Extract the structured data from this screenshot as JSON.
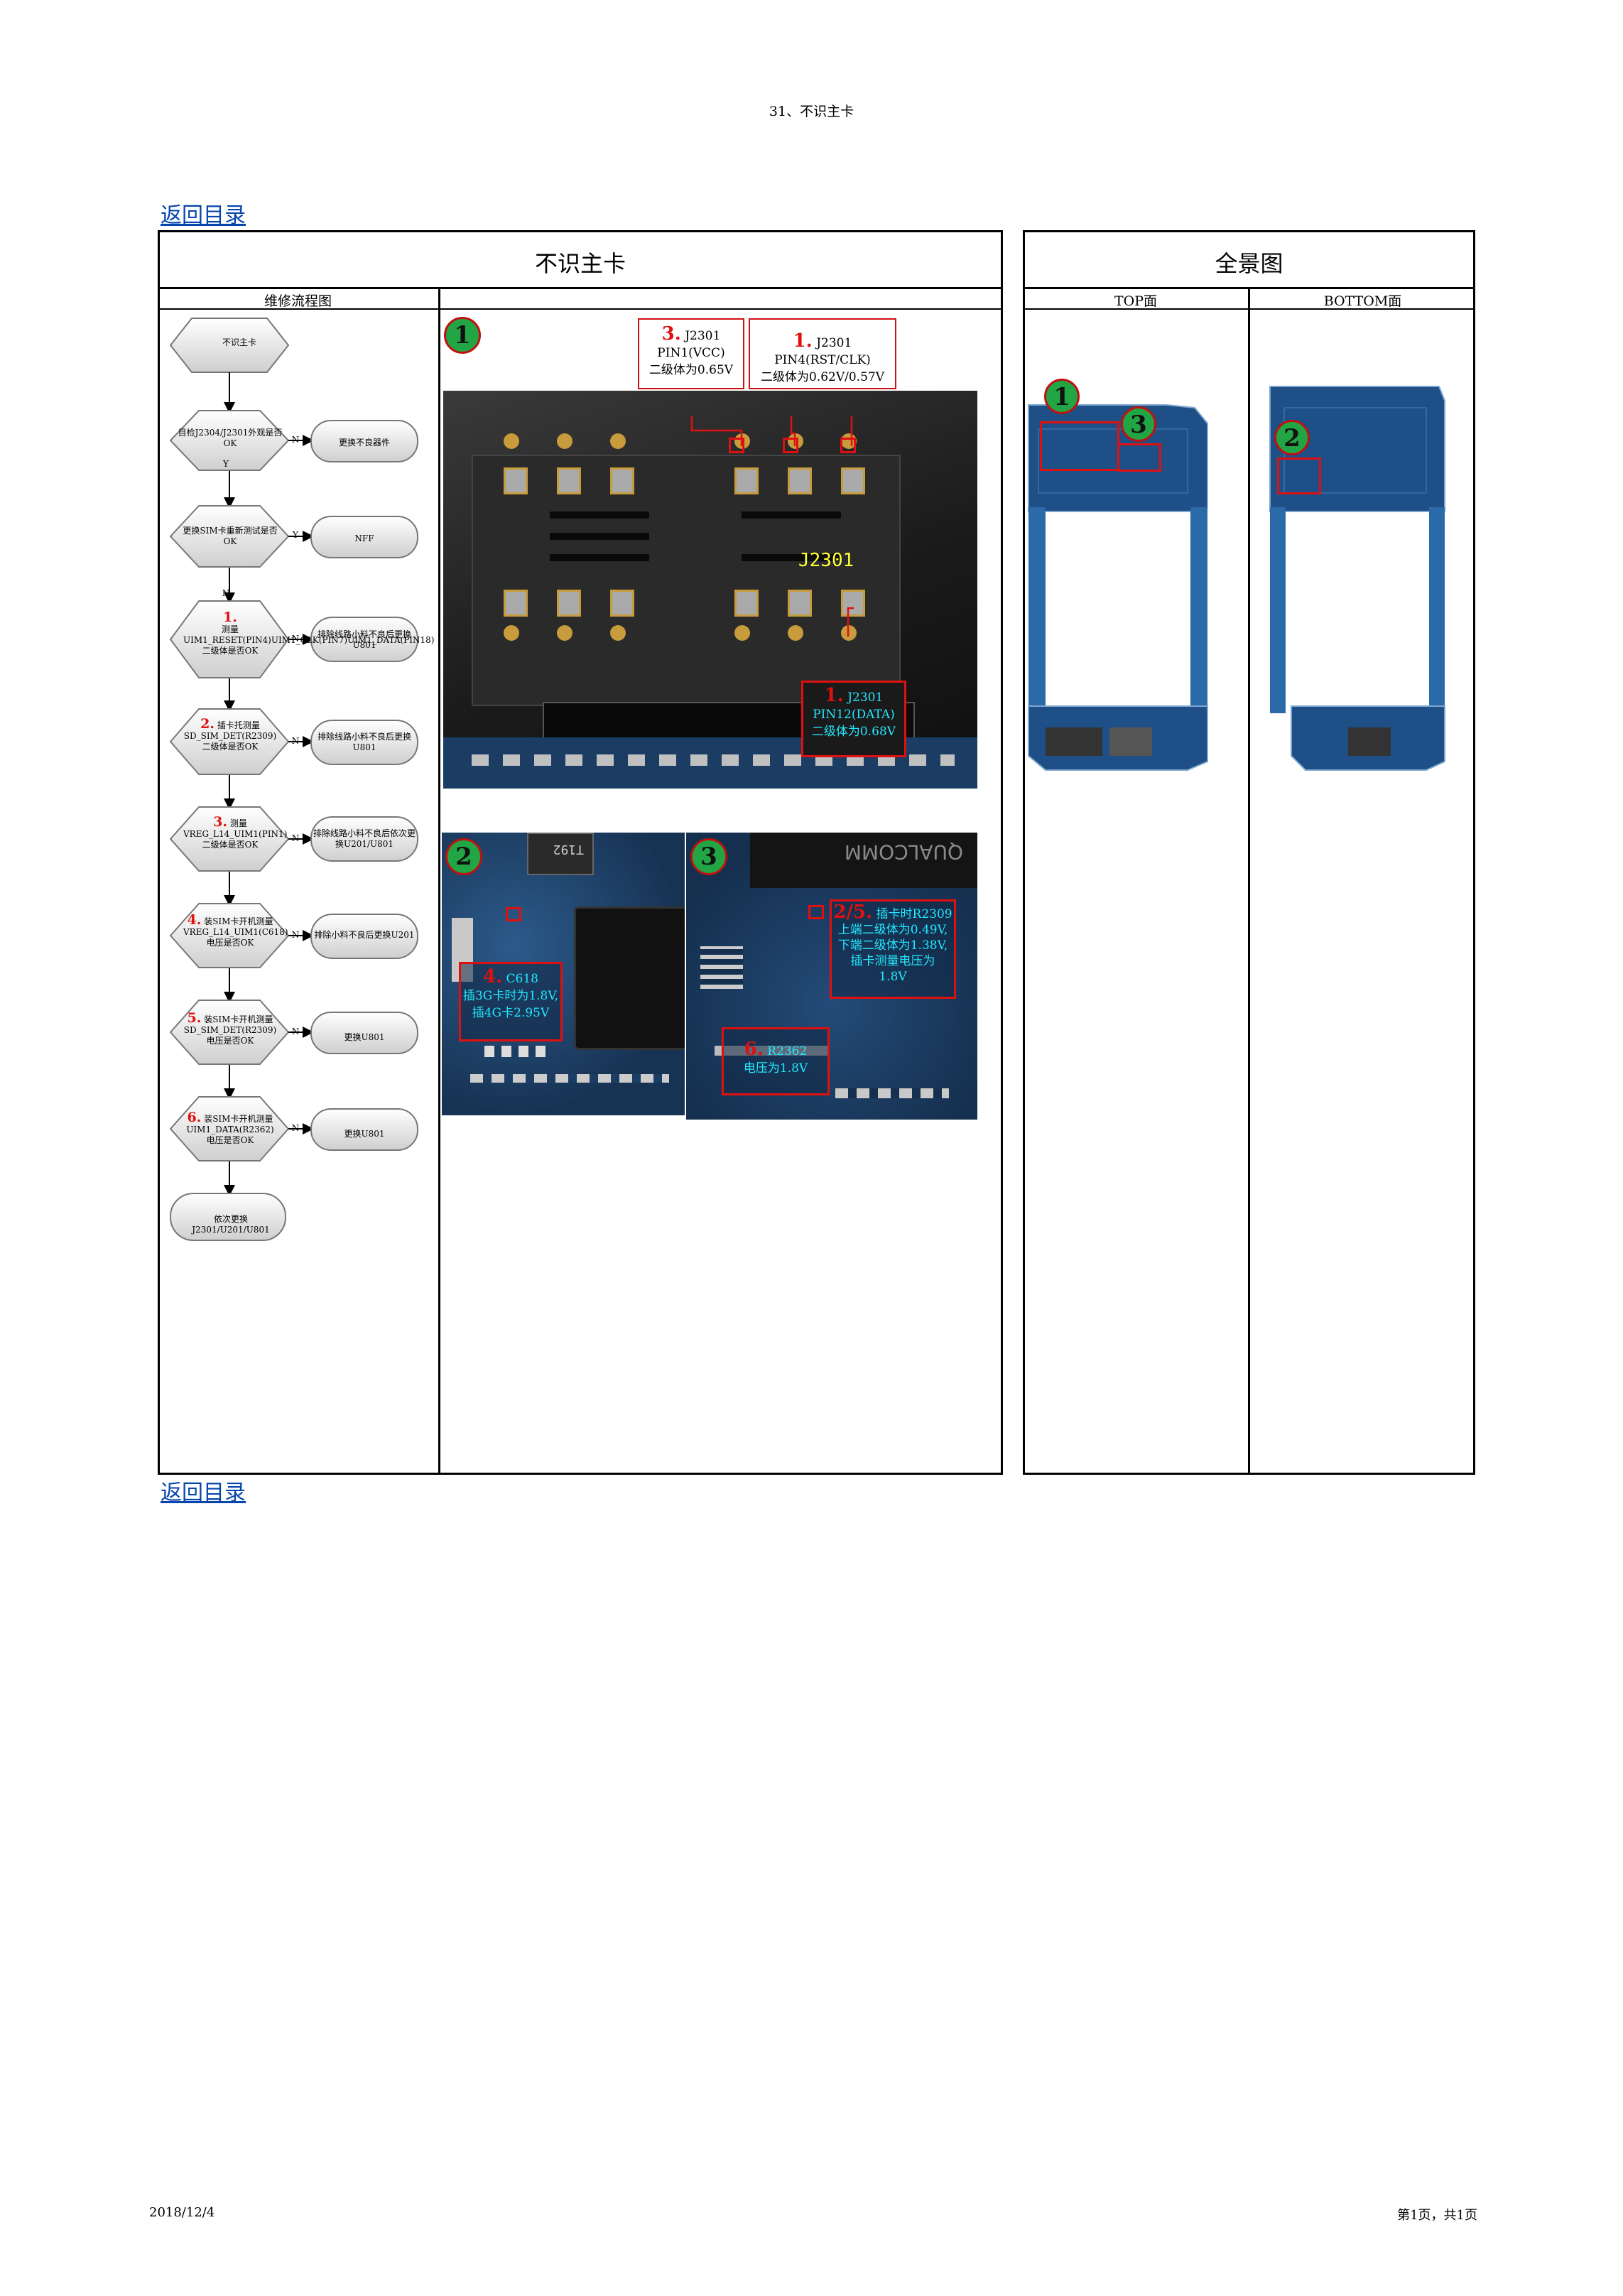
{
  "header": {
    "title": "31、不识主卡"
  },
  "links": {
    "back_top": "返回目录",
    "back_bottom": "返回目录"
  },
  "left_table": {
    "title": "不识主卡",
    "col_flow": "维修流程图"
  },
  "right_table": {
    "title": "全景图",
    "col_top": "TOP面",
    "col_bottom": "BOTTOM面"
  },
  "flowchart": {
    "start": "不识主卡",
    "steps": [
      {
        "num": "",
        "question": "目检J2304/J2301外观是否OK",
        "no_label": "N",
        "action": "更换不良器件"
      },
      {
        "num": "",
        "question": "更换SIM卡重新测试是否OK",
        "no_label": "Y",
        "action": "NFF"
      },
      {
        "num": "1.",
        "question": "测量UIM1_RESET(PIN4)UIM1_CLK(PIN7)UIM1_DATA(PIN18)二级体是否OK",
        "no_label": "N",
        "action": "排除线路小料不良后更换U801"
      },
      {
        "num": "2.",
        "question": "插卡托测量SD_SIM_DET(R2309)二级体是否OK",
        "no_label": "N",
        "action": "排除线路小料不良后更换U801"
      },
      {
        "num": "3.",
        "question": "测量VREG_L14_UIM1(PIN1)二级体是否OK",
        "no_label": "N",
        "action": "排除线路小料不良后依次更换U201/U801"
      },
      {
        "num": "4.",
        "question": "装SIM卡开机测量VREG_L14_UIM1(C618)电压是否OK",
        "no_label": "N",
        "action": "排除小料不良后更换U201"
      },
      {
        "num": "5.",
        "question": "装SIM卡开机测量SD_SIM_DET(R2309)电压是否OK",
        "no_label": "N",
        "action": "更换U801"
      },
      {
        "num": "6.",
        "question": "装SIM卡开机测量UIM1_DATA(R2362)电压是否OK",
        "no_label": "N",
        "action": "更换U801"
      }
    ],
    "yes_label": "Y",
    "end": "依次更换J2301/U201/U801"
  },
  "photo1": {
    "badge": "1",
    "chip_label": "J2301",
    "callout_vcc": {
      "num": "3.",
      "line1": "J2301",
      "line2": "PIN1(VCC)",
      "line3": "二级体为0.65V"
    },
    "callout_rst": {
      "num": "1.",
      "line1": "J2301 PIN4(RST/CLK)",
      "line2": "二级体为0.62V/0.57V"
    },
    "callout_data": {
      "num": "1.",
      "line1": "J2301",
      "line2": "PIN12(DATA)",
      "line3": "二级体为0.68V"
    }
  },
  "photo2": {
    "badge": "2",
    "chip_marking": "T192",
    "callout": {
      "num": "4.",
      "line1": "C618",
      "line2": "插3G卡时为1.8V,",
      "line3": "插4G卡2.95V"
    }
  },
  "photo3": {
    "badge": "3",
    "silk": "QUALCOMM",
    "callout_r2309": {
      "num": "2/5.",
      "line1": "插卡时R2309",
      "line2": "上端二级体为0.49V,",
      "line3": "下端二级体为1.38V,",
      "line4": "插卡测量电压为",
      "line5": "1.8V"
    },
    "callout_r2362": {
      "num": "6.",
      "line1": "R2362",
      "line2": "电压为1.8V"
    }
  },
  "overview": {
    "badge1": "1",
    "badge3": "3",
    "badge2": "2"
  },
  "footer": {
    "date": "2018/12/4",
    "page": "第1页，共1页"
  }
}
